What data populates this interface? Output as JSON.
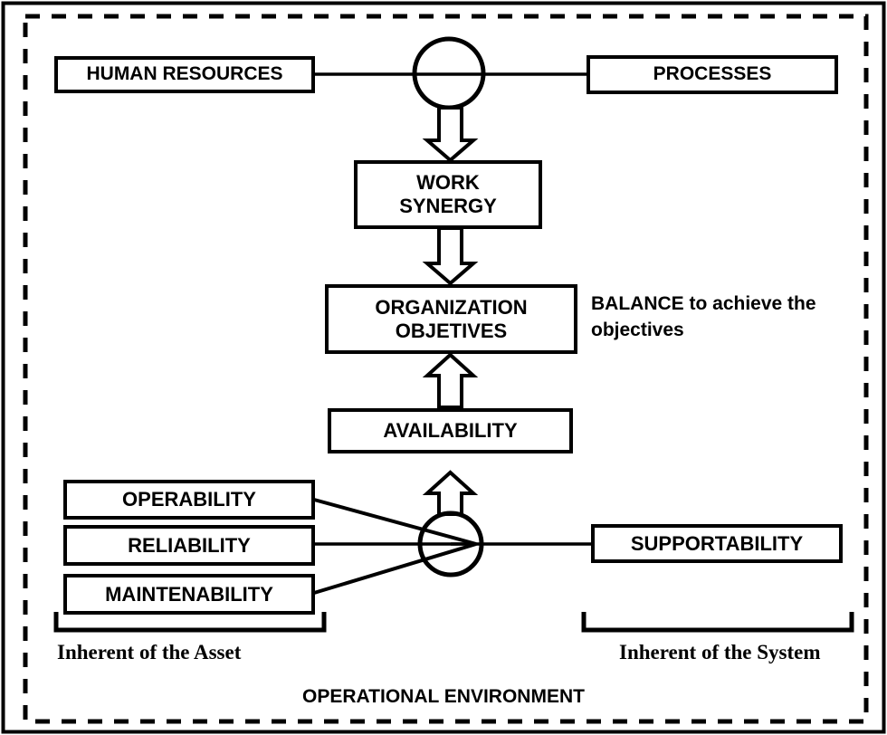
{
  "diagram": {
    "title": "OPERATIONAL ENVIRONMENT",
    "frame": {
      "outer_border_color": "#000000",
      "dashed_frame_color": "#000000",
      "background_color": "#ffffff"
    },
    "nodes": {
      "human_resources": {
        "label": "HUMAN RESOURCES"
      },
      "processes": {
        "label": "PROCESSES"
      },
      "work_synergy": {
        "label": "WORK\nSYNERGY"
      },
      "organization_objectives": {
        "label": "ORGANIZATION\nOBJETIVES"
      },
      "availability": {
        "label": "AVAILABILITY"
      },
      "operability": {
        "label": "OPERABILITY"
      },
      "reliability": {
        "label": "RELIABILITY"
      },
      "maintainability": {
        "label": "MAINTENABILITY"
      },
      "supportability": {
        "label": "SUPPORTABILITY"
      }
    },
    "annotations": {
      "balance_note_line1": "BALANCE to achieve the",
      "balance_note_line2": "objectives",
      "inherent_asset": "Inherent of the Asset",
      "inherent_system": "Inherent of the System",
      "operational_environment": "OPERATIONAL ENVIRONMENT"
    },
    "connectors": {
      "junction_top": "summing-junction-circle",
      "junction_bottom": "summing-junction-circle",
      "arrow_synergy_down": "block-arrow-down",
      "arrow_objectives_down": "block-arrow-down",
      "arrow_availability_up": "block-arrow-up",
      "arrow_junction_up": "block-arrow-up"
    }
  }
}
